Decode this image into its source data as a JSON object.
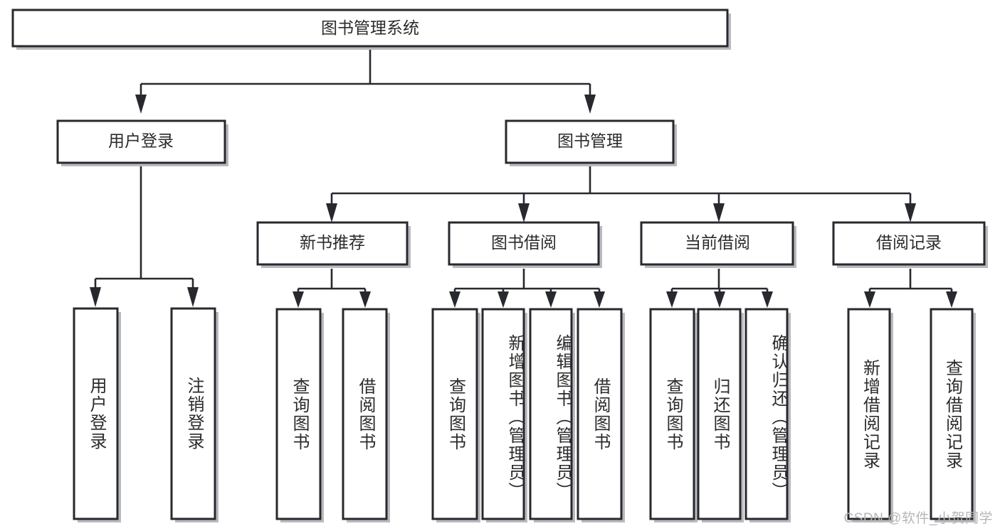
{
  "diagram": {
    "type": "tree-hierarchy",
    "title": "图书管理系统",
    "watermark": "CSDN @软件_小贺同学",
    "colors": {
      "box_stroke": "#27292e",
      "box_fill": "#ffffff",
      "shadow": "#b9babd",
      "text": "#2b2b2b",
      "watermark": "#b6b6b6",
      "background": "#ffffff"
    },
    "root": {
      "label": "图书管理系统"
    },
    "level2": [
      {
        "label": "用户登录"
      },
      {
        "label": "图书管理"
      }
    ],
    "level3": [
      {
        "label": "新书推荐"
      },
      {
        "label": "图书借阅"
      },
      {
        "label": "当前借阅"
      },
      {
        "label": "借阅记录"
      }
    ],
    "leaves": [
      {
        "label": "用户登录",
        "parent": "用户登录"
      },
      {
        "label": "注销登录",
        "parent": "用户登录"
      },
      {
        "label": "查询图书",
        "parent": "新书推荐"
      },
      {
        "label": "借阅图书",
        "parent": "新书推荐"
      },
      {
        "label": "查询图书",
        "parent": "图书借阅"
      },
      {
        "label": "新增图书（管理员）",
        "parent": "图书借阅"
      },
      {
        "label": "编辑图书（管理员）",
        "parent": "图书借阅"
      },
      {
        "label": "借阅图书",
        "parent": "图书借阅"
      },
      {
        "label": "查询图书",
        "parent": "当前借阅"
      },
      {
        "label": "归还图书",
        "parent": "当前借阅"
      },
      {
        "label": "确认归还（管理员）",
        "parent": "当前借阅"
      },
      {
        "label": "新增借阅记录",
        "parent": "借阅记录"
      },
      {
        "label": "查询借阅记录",
        "parent": "借阅记录"
      }
    ]
  }
}
